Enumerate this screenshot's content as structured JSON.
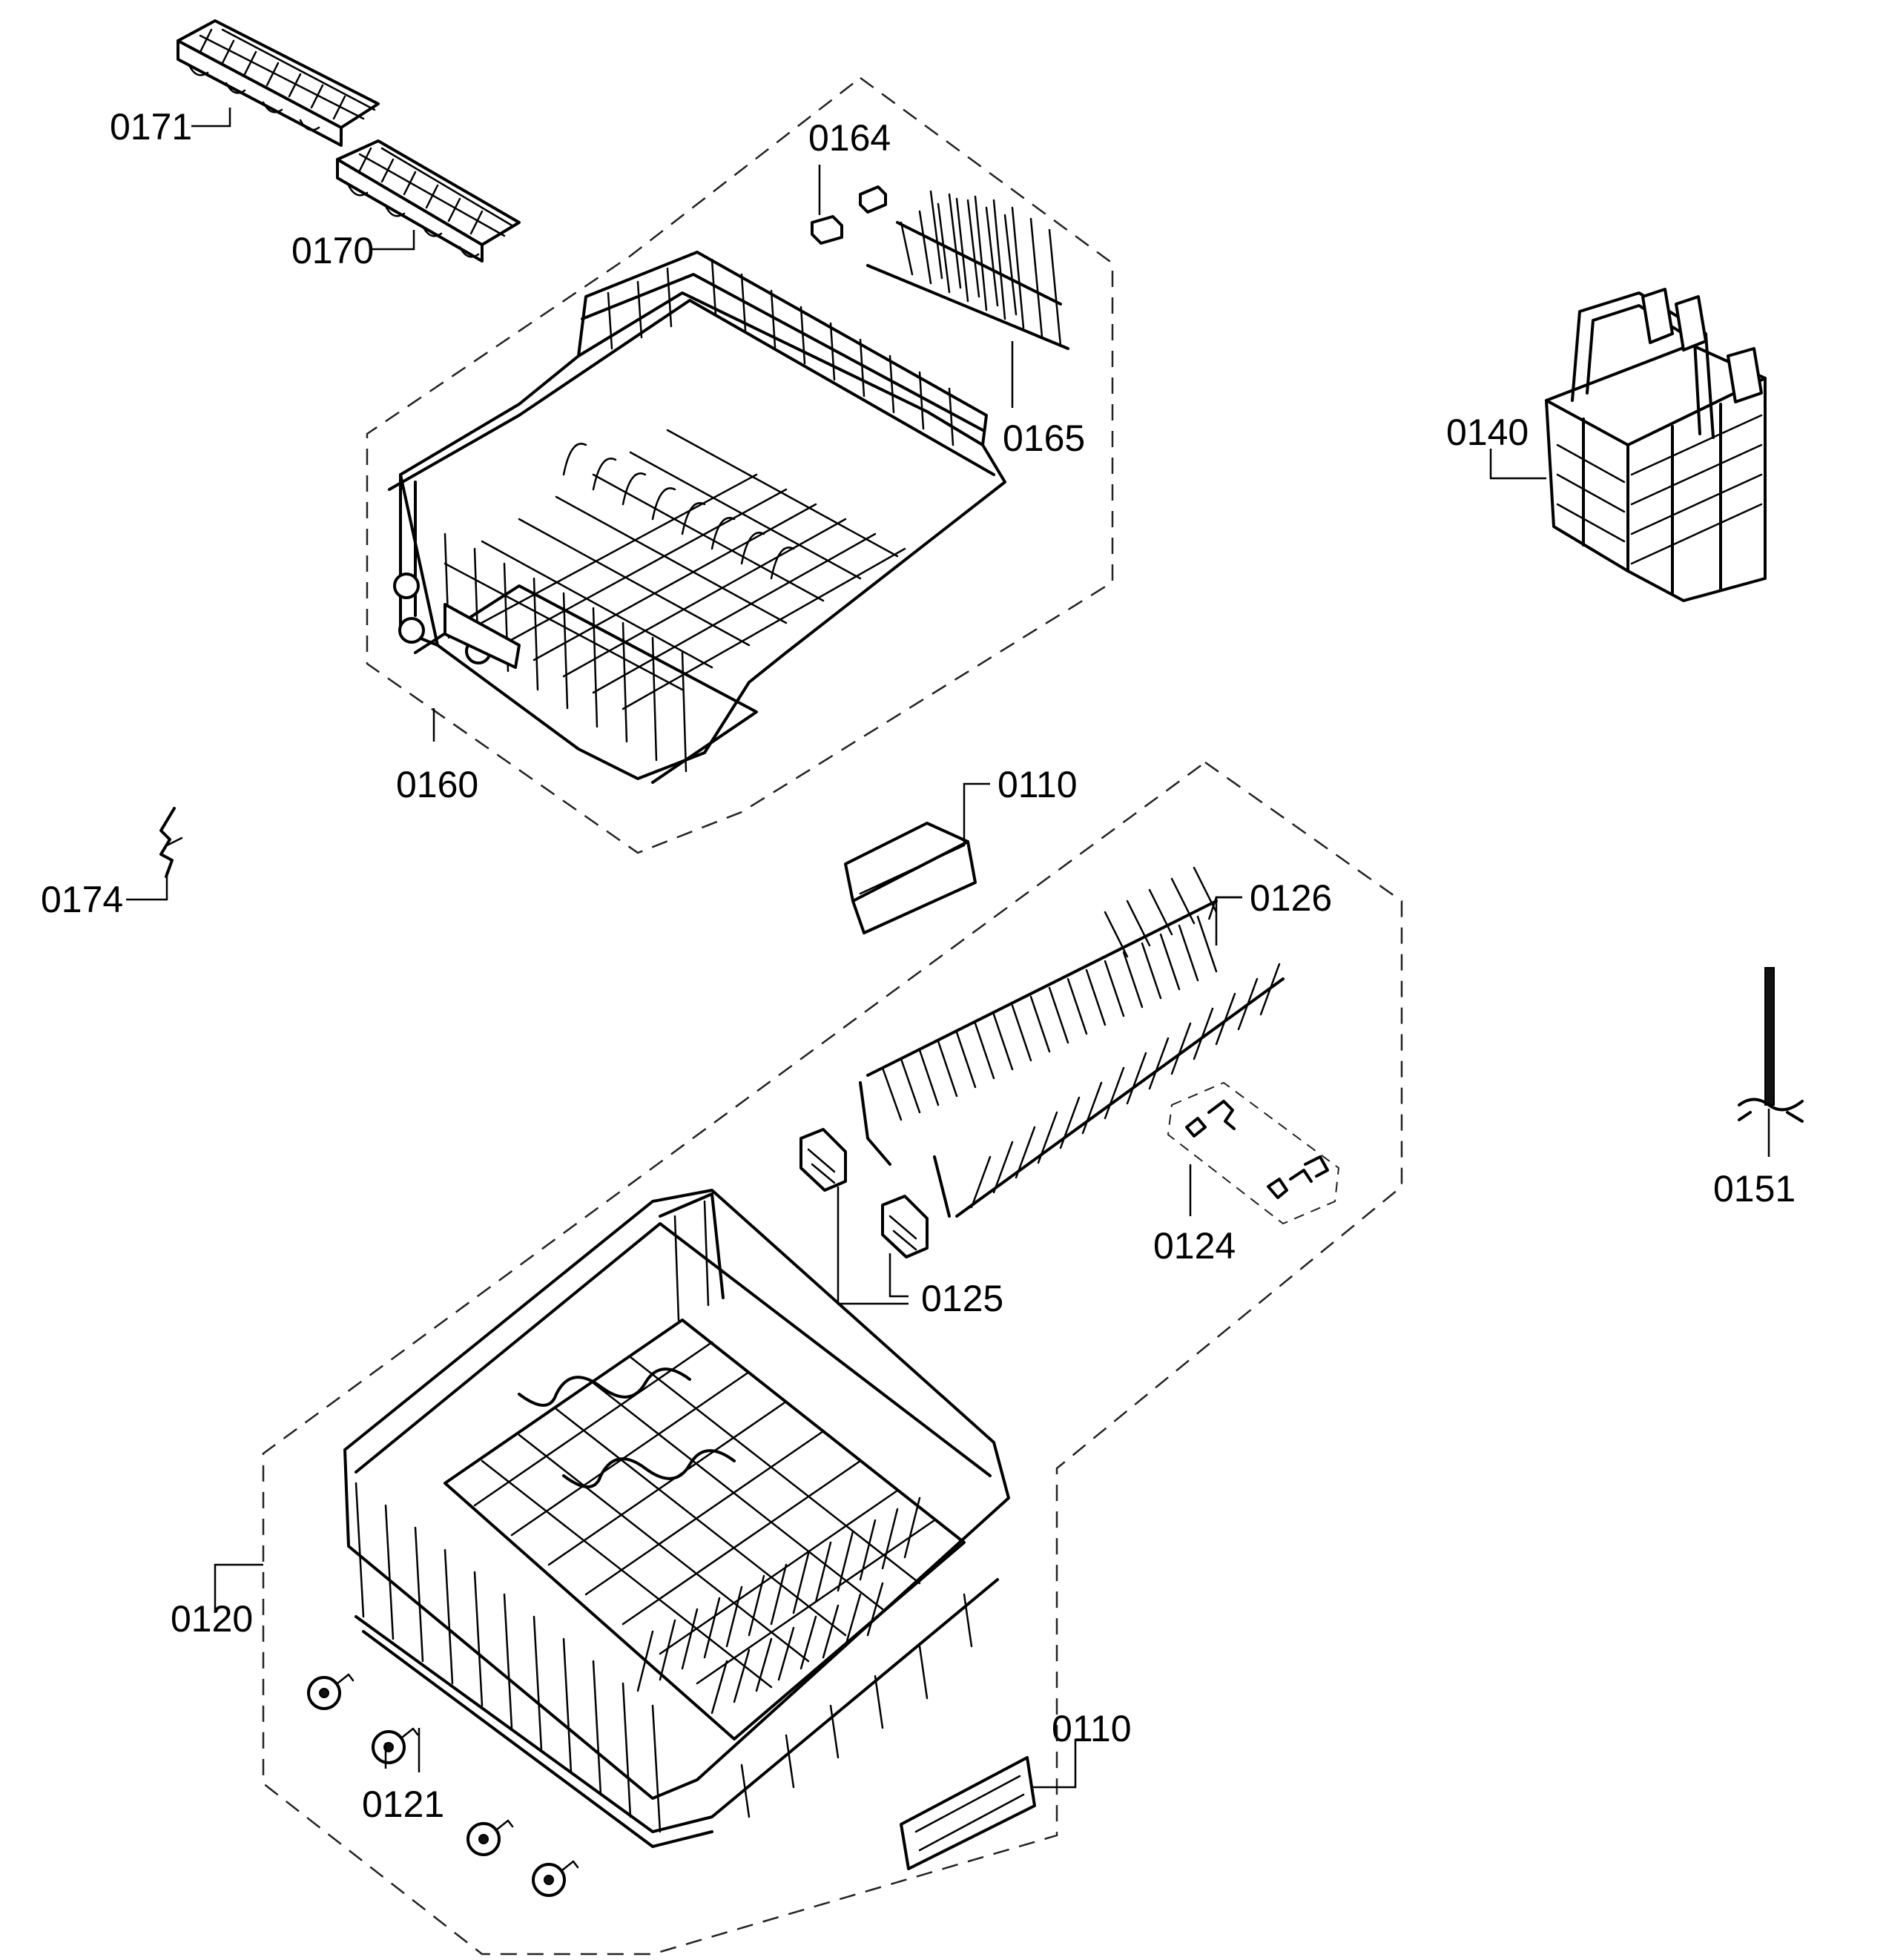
{
  "labels": {
    "p0171": "0171",
    "p0170": "0170",
    "p0164": "0164",
    "p0165": "0165",
    "p0160": "0160",
    "p0140": "0140",
    "p0174": "0174",
    "p0110_upper": "0110",
    "p0126": "0126",
    "p0124": "0124",
    "p0125": "0125",
    "p0151": "0151",
    "p0120": "0120",
    "p0121": "0121",
    "p0110_lower": "0110"
  }
}
